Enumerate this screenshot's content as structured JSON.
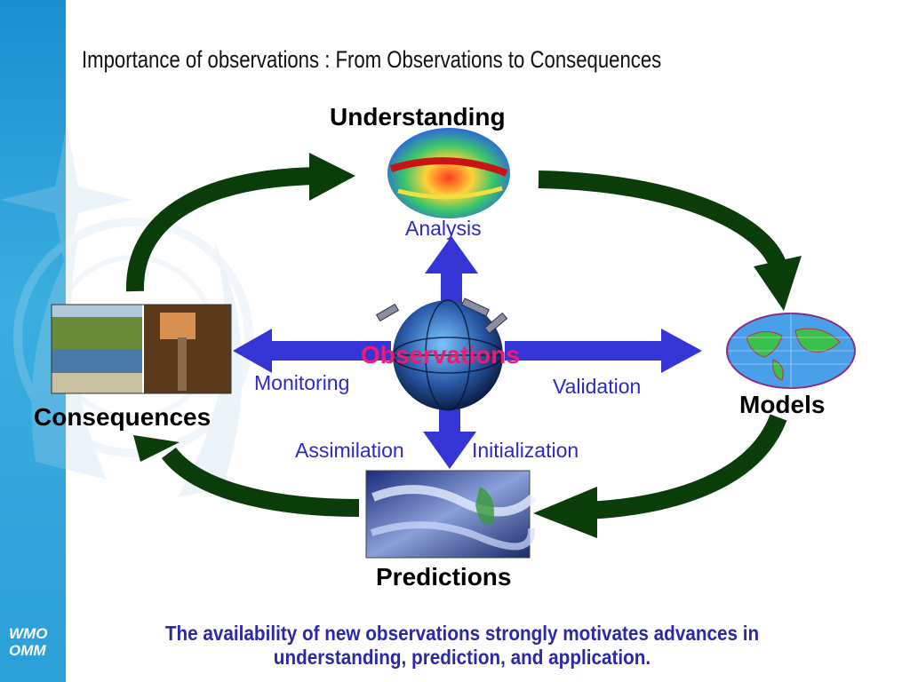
{
  "slide": {
    "title": "Importance of observations : From Observations to Consequences",
    "caption": "The availability of new observations strongly motivates advances in understanding, prediction, and application."
  },
  "nodes": {
    "understanding": "Understanding",
    "models": "Models",
    "predictions": "Predictions",
    "consequences": "Consequences",
    "observations": "Observations"
  },
  "edges": {
    "analysis": "Analysis",
    "monitoring": "Monitoring",
    "validation": "Validation",
    "assimilation": "Assimilation",
    "initialization": "Initialization"
  },
  "logo": {
    "line1": "WMO",
    "line2": "OMM"
  },
  "colors": {
    "cycle_arrow": "#0b3d0b",
    "flow_arrow": "#3535d6",
    "observations_text": "#ee1b70",
    "edge_text": "#2a2acb",
    "caption_text": "#2a2aa8",
    "sidebar": "#2b9fd8"
  }
}
